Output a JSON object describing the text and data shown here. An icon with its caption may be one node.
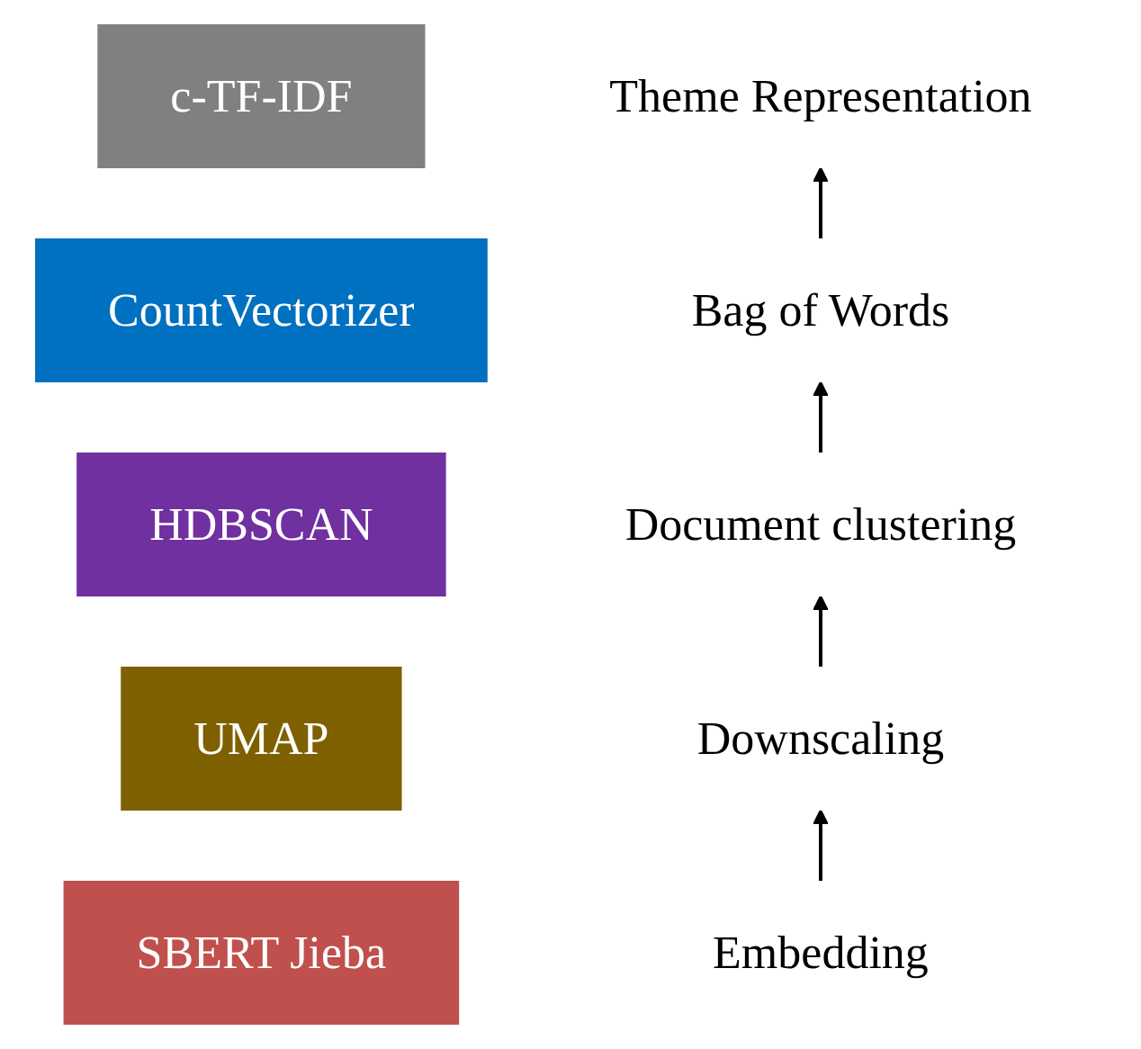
{
  "diagram": {
    "nodes": [
      {
        "text": [
          "c-TF-IDF"
        ]
      },
      {
        "text": [
          "Theme Representation"
        ]
      },
      {
        "text": [
          "CountVectorizer"
        ]
      },
      {
        "text": [
          "Bag of Words"
        ]
      },
      {
        "text": [
          "HDBSCAN"
        ]
      },
      {
        "text": [
          "Document clustering"
        ]
      },
      {
        "text": [
          "UMAP"
        ]
      },
      {
        "text": [
          "Downscaling"
        ]
      },
      {
        "text": [
          "SBERT Jieba"
        ]
      },
      {
        "text": [
          "Embedding"
        ]
      }
    ],
    "edges": [
      {
        "from": 9,
        "to": 7,
        "arrow": "to"
      },
      {
        "from": 7,
        "to": 5,
        "arrow": "to"
      },
      {
        "from": 5,
        "to": 3,
        "arrow": "to"
      },
      {
        "from": 3,
        "to": 1,
        "arrow": "to"
      }
    ]
  }
}
